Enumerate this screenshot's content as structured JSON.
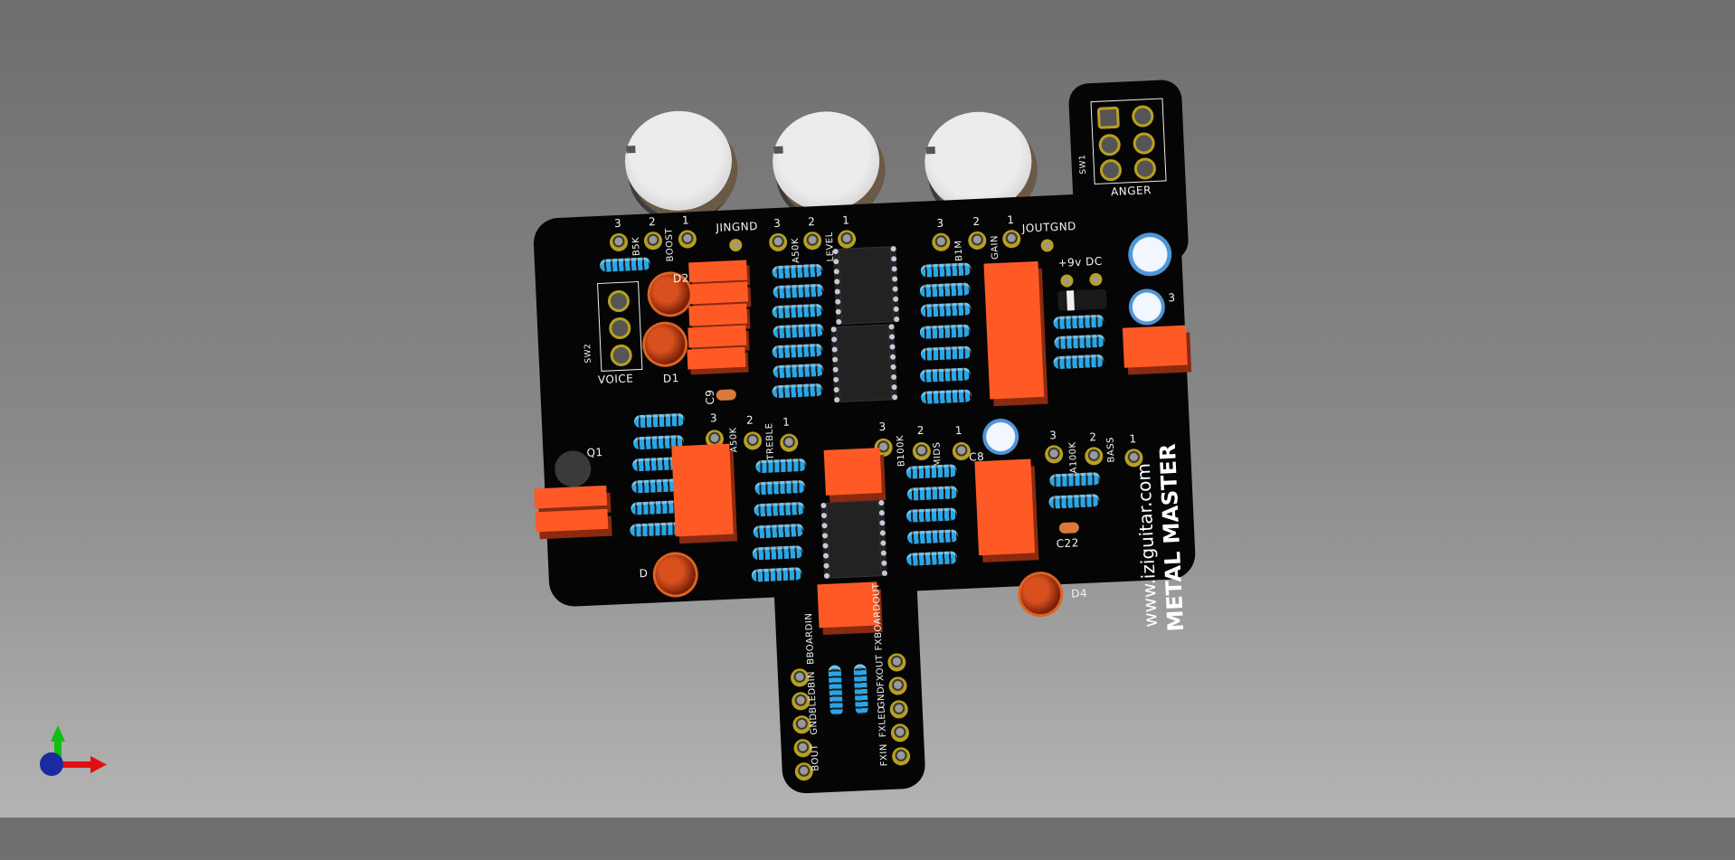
{
  "scene": {
    "type": "3D PCB viewer render",
    "background": {
      "top": "#6e6e6e",
      "bottom": "#b4b4b4"
    },
    "board_color": "#050505",
    "silkscreen_color": "#f4f4f4",
    "pad_color": "#b8a020"
  },
  "board": {
    "title": "METAL MASTER",
    "website": "www.iziguitar.com",
    "potentiometers_top": [
      {
        "pins": [
          "3",
          "2",
          "1"
        ],
        "value": "B5K",
        "name": "BOOST"
      },
      {
        "pins": [
          "3",
          "2",
          "1"
        ],
        "value": "A50K",
        "name": "LEVEL"
      },
      {
        "pins": [
          "3",
          "2",
          "1"
        ],
        "value": "B1M",
        "name": "GAIN"
      }
    ],
    "potentiometers_mid": [
      {
        "pins": [
          "3",
          "2",
          "1"
        ],
        "value": "A50K",
        "name": "TREBLE"
      },
      {
        "pins": [
          "3",
          "2",
          "1"
        ],
        "value": "B100K",
        "name": "MIDS"
      },
      {
        "pins": [
          "3",
          "2",
          "1"
        ],
        "value": "A100K",
        "name": "BASS"
      }
    ],
    "labels": {
      "jingnd": "JINGND",
      "joutgnd": "JOUTGND",
      "power": "+9v DC",
      "sw1_ref": "SW1",
      "sw1_name": "ANGER",
      "sw2_ref": "SW2",
      "sw2_name": "VOICE",
      "d1": "D1",
      "d2": "D2",
      "d3": "D",
      "d4": "D4",
      "q1": "Q1",
      "c9": "C9",
      "c8": "C8",
      "c22": "C22",
      "c3": "3",
      "plus": "+"
    },
    "bottom_connector_left": [
      "BOUT",
      "GND",
      "BLED",
      "BIN",
      "BBOARDIN"
    ],
    "bottom_connector_right": [
      "FXIN",
      "FXLED",
      "GND",
      "FXOUT",
      "FXBOARDOUT"
    ]
  },
  "axis_gizmo": {
    "x_color": "#e01010",
    "y_color": "#10c010",
    "z_color": "#1020a0"
  }
}
